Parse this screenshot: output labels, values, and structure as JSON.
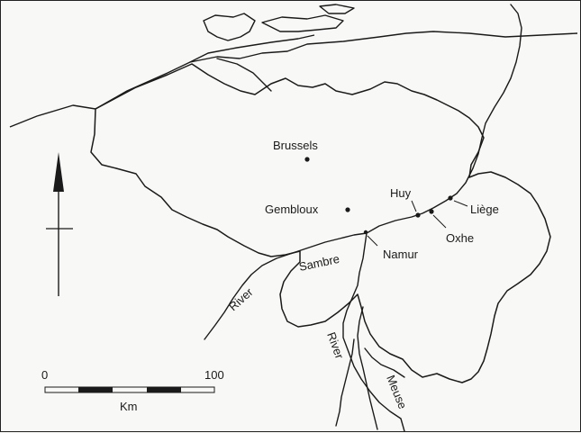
{
  "map": {
    "places": {
      "brussels": "Brussels",
      "gembloux": "Gembloux",
      "huy": "Huy",
      "liege": "Liège",
      "oxhe": "Oxhe",
      "namur": "Namur"
    },
    "rivers": {
      "sambre_word1": "River",
      "sambre_word2": "Sambre",
      "meuse_word1": "River",
      "meuse_word2": "Meuse"
    },
    "scale": {
      "min": "0",
      "max": "100",
      "unit": "Km"
    },
    "icons": {
      "north_arrow": "north-arrow-icon"
    },
    "colors": {
      "ink": "#1a1a1a",
      "paper": "#f8f8f6"
    }
  }
}
